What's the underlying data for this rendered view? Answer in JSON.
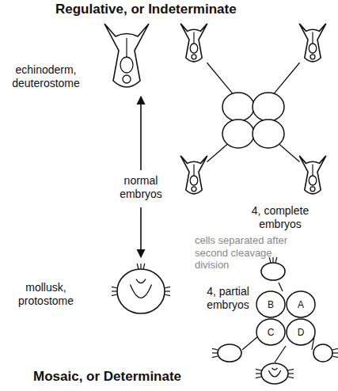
{
  "diagram": {
    "title": "Regulative, or Indeterminate",
    "caption": "Mosaic, or Determinate",
    "nodes": [
      {
        "text": [
          "B"
        ]
      },
      {
        "text": [
          "A"
        ]
      },
      {
        "text": [
          "C"
        ]
      },
      {
        "text": [
          "D"
        ]
      }
    ],
    "labels": [
      "echinoderm, deuterostome",
      "4, complete embryos",
      "normal embryos",
      "cells separated after second cleavage division",
      "4, partial embryos",
      "mollusk, protostome"
    ]
  }
}
